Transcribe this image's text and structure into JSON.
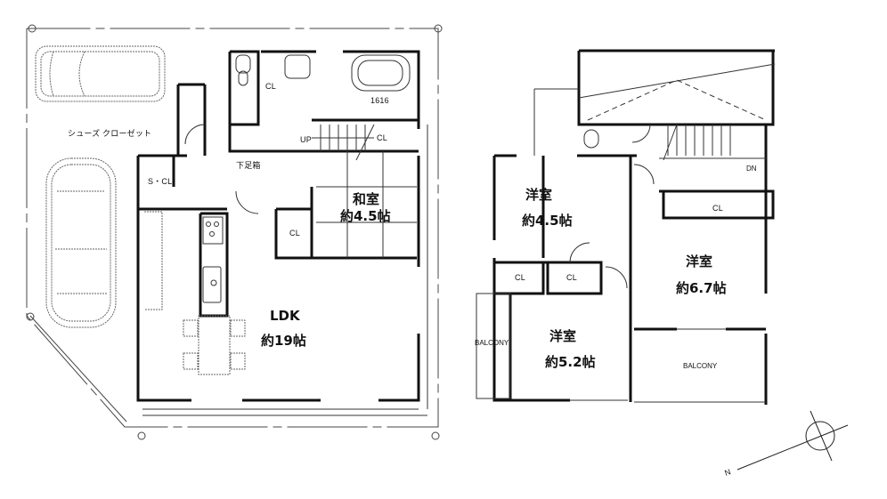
{
  "floor1": {
    "ldk": {
      "name": "LDK",
      "size": "約19帖"
    },
    "washitsu": {
      "name": "和室",
      "size": "約4.5帖"
    },
    "shoes_closet_label": "シューズ クローゼット",
    "s_cl": "S・CL",
    "getabako": "下足箱",
    "cl_toilet": "CL",
    "cl_hall": "CL",
    "cl_stairs": "CL",
    "bath_size": "1616",
    "stairs_up": "UP"
  },
  "floor2": {
    "room1": {
      "name": "洋室",
      "size": "約4.5帖"
    },
    "room2": {
      "name": "洋室",
      "size": "約6.7帖"
    },
    "room3": {
      "name": "洋室",
      "size": "約5.2帖"
    },
    "cl_a": "CL",
    "cl_b": "CL",
    "cl_c": "CL",
    "balcony_left": "BALCONY",
    "balcony_right": "BALCONY",
    "stairs_down": "DN"
  },
  "compass": {
    "north_label": "N"
  },
  "colors": {
    "wall": "#111111",
    "line": "#333333",
    "dashed": "#666666",
    "background": "#ffffff"
  }
}
